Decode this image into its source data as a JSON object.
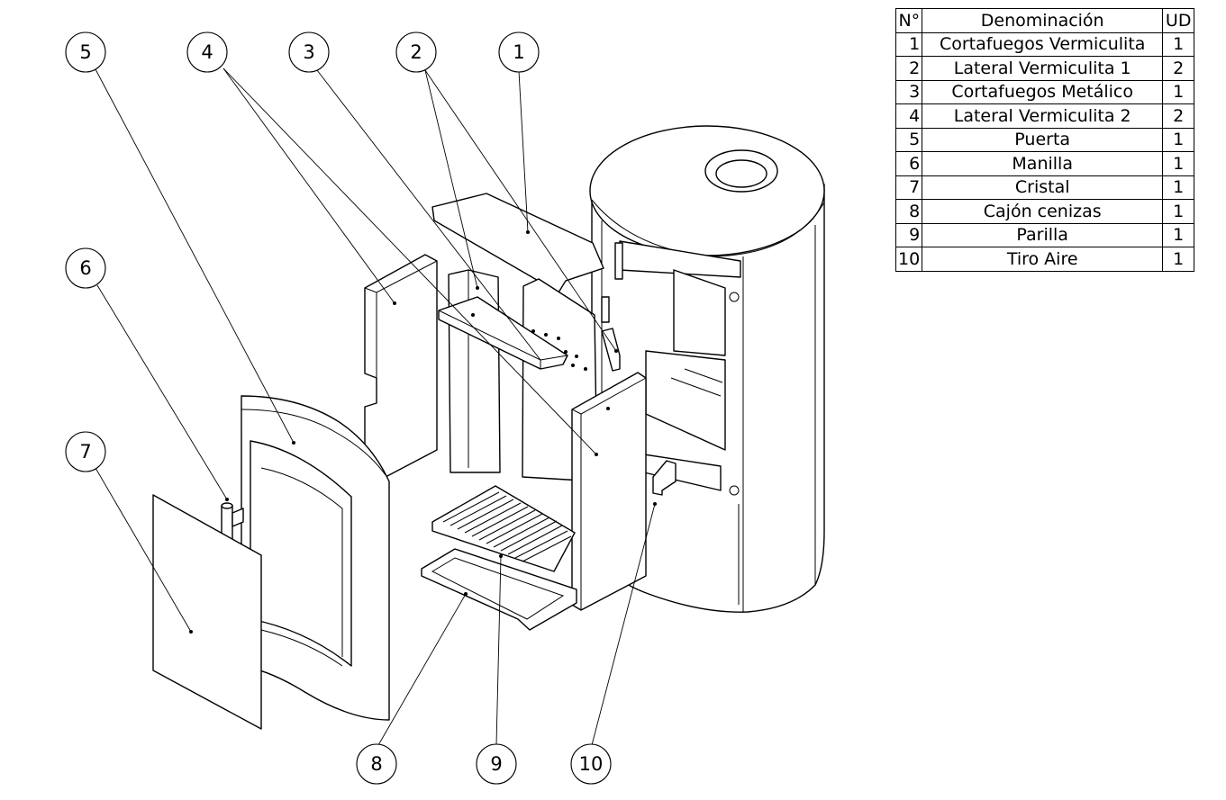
{
  "table": {
    "headers": [
      "N°",
      "Denominación",
      "UD"
    ],
    "rows": [
      {
        "n": "1",
        "name": "Cortafuegos Vermiculita",
        "ud": "1"
      },
      {
        "n": "2",
        "name": "Lateral Vermiculita 1",
        "ud": "2"
      },
      {
        "n": "3",
        "name": "Cortafuegos Metálico",
        "ud": "1"
      },
      {
        "n": "4",
        "name": "Lateral Vermiculita 2",
        "ud": "2"
      },
      {
        "n": "5",
        "name": "Puerta",
        "ud": "1"
      },
      {
        "n": "6",
        "name": "Manilla",
        "ud": "1"
      },
      {
        "n": "7",
        "name": "Cristal",
        "ud": "1"
      },
      {
        "n": "8",
        "name": "Cajón cenizas",
        "ud": "1"
      },
      {
        "n": "9",
        "name": "Parilla",
        "ud": "1"
      },
      {
        "n": "10",
        "name": "Tiro Aire",
        "ud": "1"
      }
    ]
  },
  "balloons": [
    "1",
    "2",
    "3",
    "4",
    "5",
    "6",
    "7",
    "8",
    "9",
    "10"
  ],
  "colors": {
    "line": "#000000",
    "background": "#ffffff"
  }
}
